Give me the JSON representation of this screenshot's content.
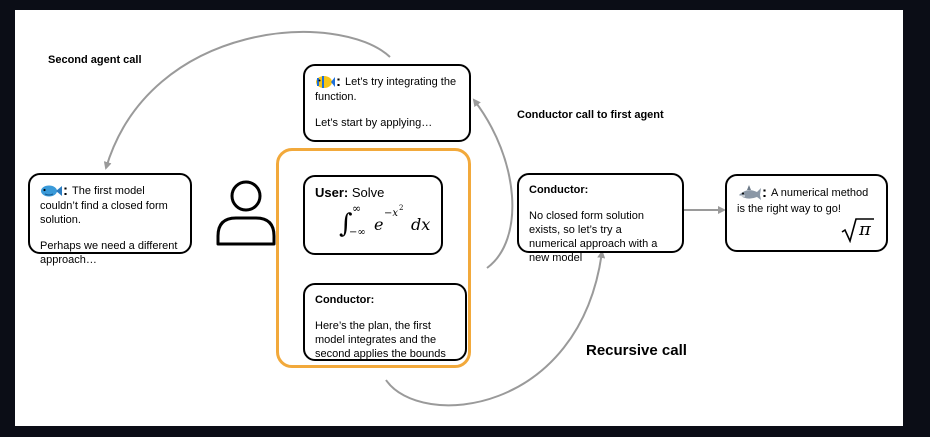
{
  "labels": {
    "second_agent_call": "Second agent call",
    "conductor_call_to_first_agent": "Conductor call to first agent",
    "recursive_call": "Recursive call"
  },
  "user_box": {
    "title": "User:",
    "text": "Solve",
    "integral_upper": "∞",
    "integral_lower": "−∞",
    "integrand": "e",
    "exponent": "−x",
    "exponent_power": "2",
    "differential": "dx"
  },
  "conductor_plan_box": {
    "title": "Conductor:",
    "text": "Here’s the plan, the first model integrates and the second applies the bounds"
  },
  "first_agent_box": {
    "icon": "tropical-fish-icon",
    "line1": "Let’s try integrating the function.",
    "line2": "Let’s start by applying…"
  },
  "second_agent_box": {
    "icon": "fish-icon",
    "line1": "The first model couldn’t find a closed form solution.",
    "line2": "Perhaps we need a different approach…"
  },
  "conductor_new_box": {
    "title": "Conductor:",
    "text": "No closed form solution exists, so let’s try a numerical approach with a new model"
  },
  "shark_agent_box": {
    "icon": "shark-icon",
    "text": "A numerical method is the right way to go!",
    "answer_radicand": "π"
  },
  "user_icon": "user-person-icon",
  "colors": {
    "background": "#0b0d16",
    "canvas": "#ffffff",
    "group_border": "#f2a93b",
    "arrow": "#9a9a9a"
  }
}
